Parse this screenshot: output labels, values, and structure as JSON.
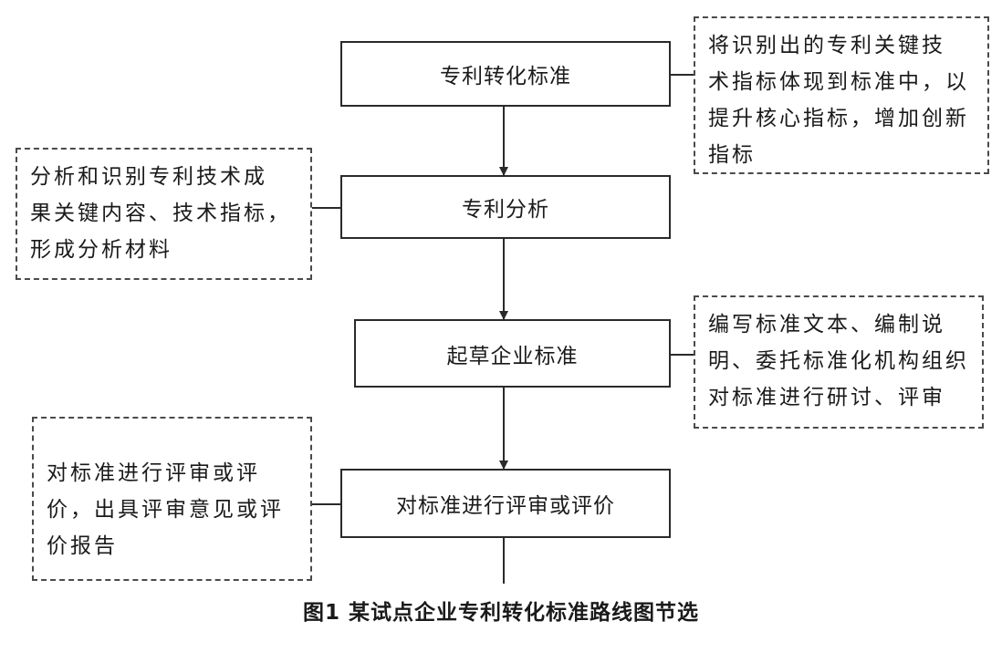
{
  "steps": [
    {
      "label": "专利转化标准"
    },
    {
      "label": "专利分析"
    },
    {
      "label": "起草企业标准"
    },
    {
      "label": "对标准进行评审或评价"
    }
  ],
  "notes": [
    {
      "lines": [
        "将识别出的专利关键技",
        "术指标体现到标准中，以",
        "提升核心指标，增加创新",
        "指标"
      ]
    },
    {
      "lines": [
        "分析和识别专利技术成",
        "果关键内容、技术指标，",
        "形成分析材料"
      ]
    },
    {
      "lines": [
        "编写标准文本、编制说",
        "明、委托标准化机构组织",
        "对标准进行研讨、评审"
      ]
    },
    {
      "lines": [
        "对标准进行评审或评",
        "价，出具评审意见或评",
        "价报告"
      ]
    }
  ],
  "caption": "图1  某试点企业专利转化标准路线图节选"
}
